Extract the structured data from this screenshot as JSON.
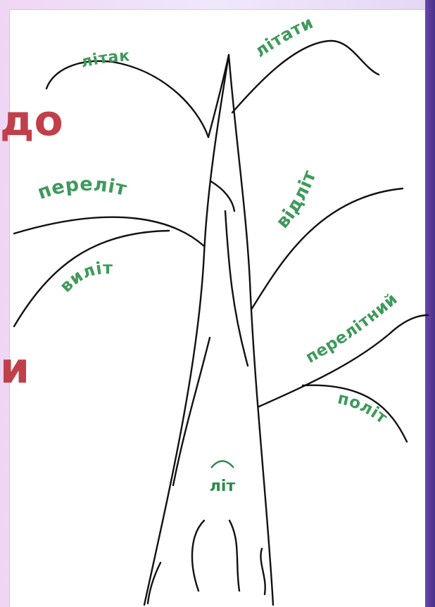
{
  "slide": {
    "left_text_top": "до",
    "left_text_bottom": "и"
  },
  "tree": {
    "root": "літ",
    "branches": [
      "літак",
      "літати",
      "переліт",
      "відліт",
      "виліт",
      "перелітний",
      "політ"
    ]
  },
  "colors": {
    "label_green": "#3f9a5c",
    "slide_red": "#c0404a",
    "border_purple": "#5a3c98"
  }
}
